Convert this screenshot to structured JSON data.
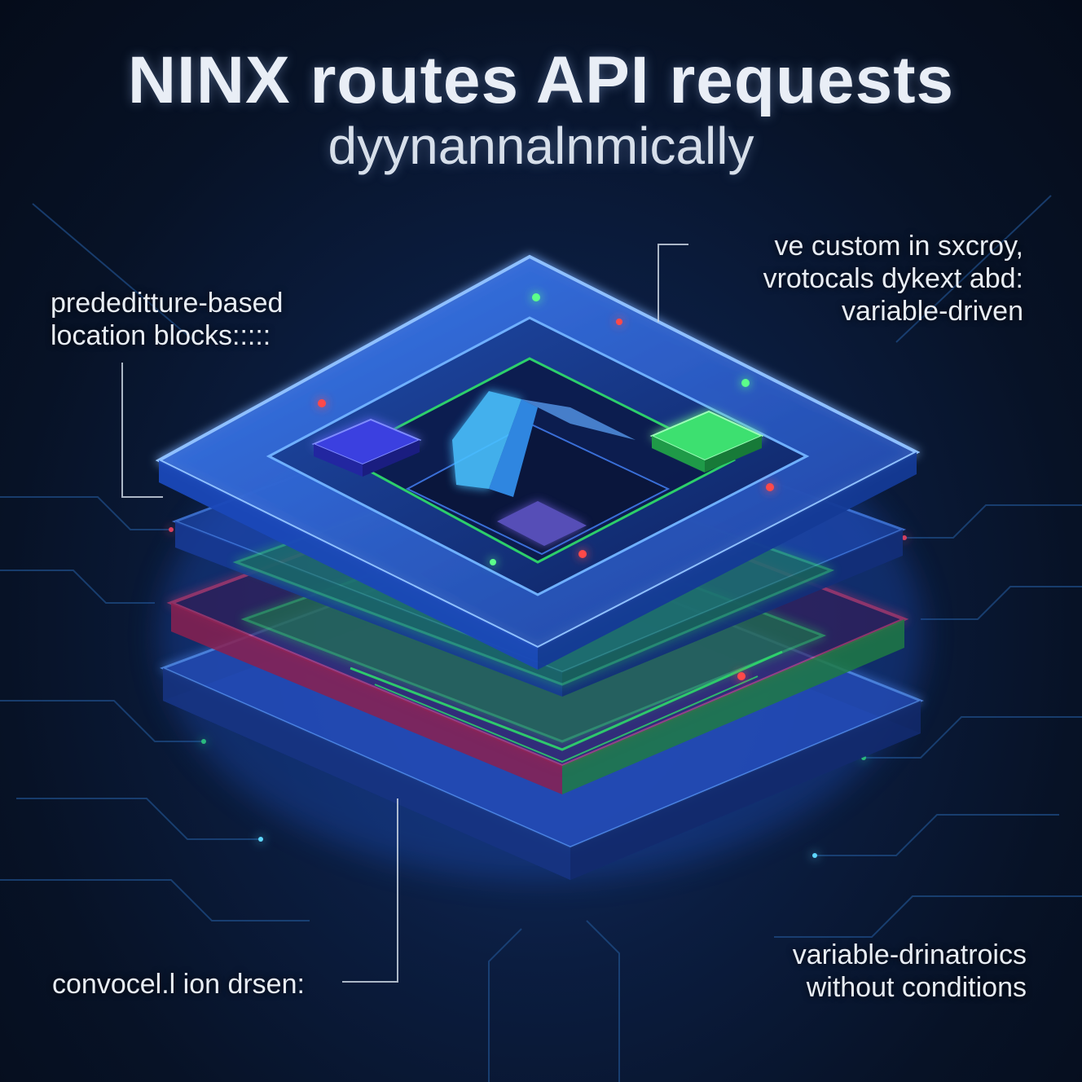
{
  "title": {
    "line1": "NINX routes API requests",
    "line2": "dyynannalnmically"
  },
  "labels": {
    "top_left": [
      "prededitture-based",
      "location blocks:::::"
    ],
    "top_right": [
      "ve custom in sxcroy,",
      "vrotocals dykext abd:",
      "variable-driven"
    ],
    "bottom_left": [
      "convocel.l ion drsen:"
    ],
    "bottom_right": [
      "variable-drinatroics",
      "without conditions"
    ]
  },
  "colors": {
    "background": "#071226",
    "layer_blue": "#2f6ee8",
    "layer_green": "#2fd86a",
    "layer_red": "#e03a6e",
    "glow_cyan": "#5fd8ff",
    "text": "#e9eef6"
  }
}
